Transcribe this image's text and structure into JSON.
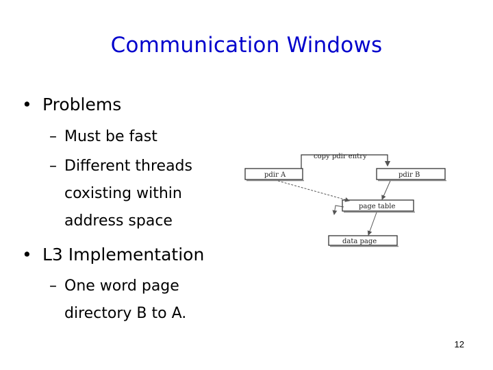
{
  "slide": {
    "title": "Communication Windows",
    "page_number": "12"
  },
  "bullets": [
    {
      "label": "Problems",
      "subs": [
        {
          "lines": [
            "Must be fast"
          ]
        },
        {
          "lines": [
            "Different threads",
            "coxisting within",
            "address space"
          ]
        }
      ]
    },
    {
      "label": "L3 Implementation",
      "subs": [
        {
          "lines": [
            "One word page",
            "directory B to A."
          ]
        }
      ]
    }
  ],
  "diagram": {
    "top_label": "copy pdir entry",
    "box_left": "pdir A",
    "box_right": "pdir B",
    "box_middle": "page table",
    "box_bottom": "data page"
  },
  "glyphs": {
    "bullet": "•",
    "dash": "–"
  }
}
